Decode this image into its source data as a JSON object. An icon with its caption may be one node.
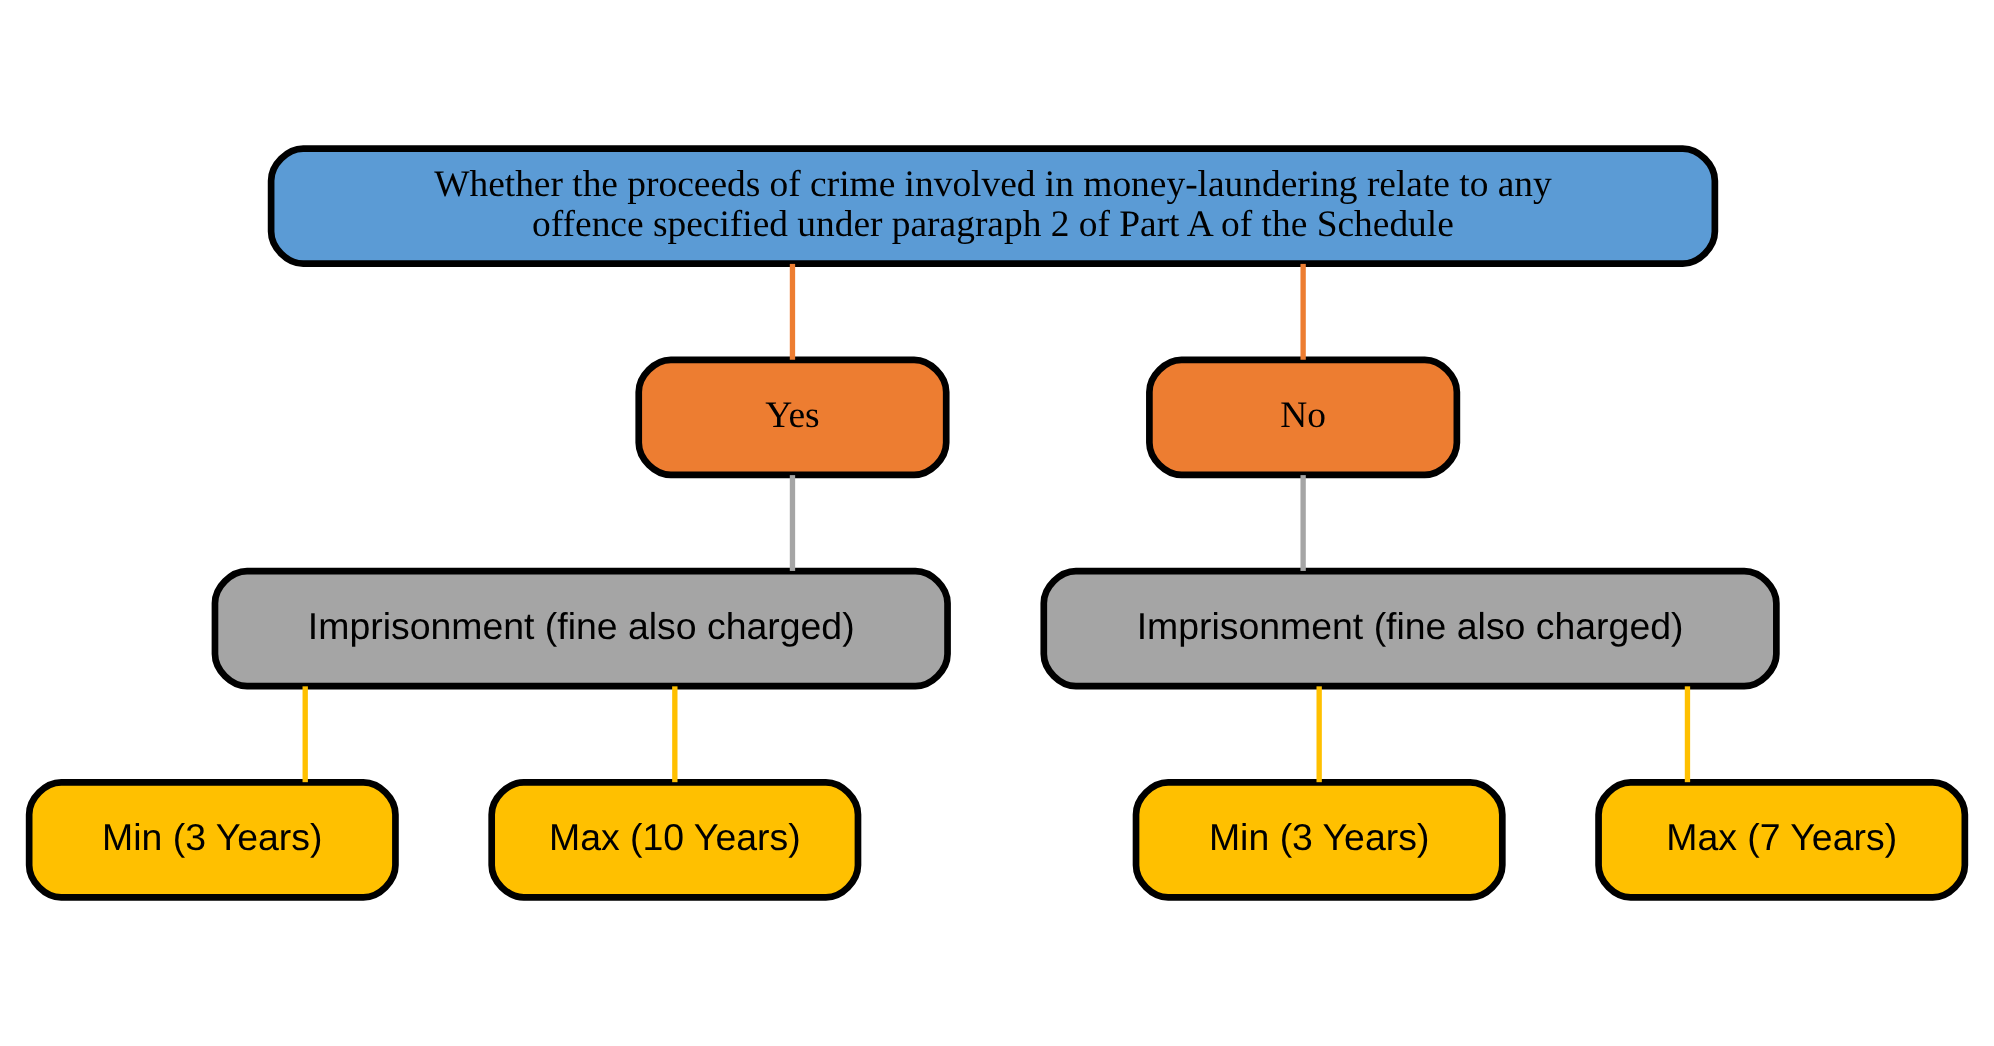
{
  "diagram": {
    "nodes": [
      {
        "text": [
          "Whether the proceeds of crime involved in money-laundering relate to any offence specified under paragraph 2 of Part A of the Schedule"
        ]
      },
      {
        "text": [
          "Yes"
        ]
      },
      {
        "text": [
          "No"
        ]
      },
      {
        "text": [
          "Imprisonment (fine also charged)"
        ]
      },
      {
        "text": [
          "Imprisonment (fine also charged)"
        ]
      },
      {
        "text": [
          "Min (3 Years)"
        ]
      },
      {
        "text": [
          "Max (10 Years)"
        ]
      },
      {
        "text": [
          "Min (3 Years)"
        ]
      },
      {
        "text": [
          "Max (7 Years)"
        ]
      }
    ],
    "edges": [
      {
        "from": 0,
        "to": 1,
        "arrow": "none",
        "color": "#ed7d31"
      },
      {
        "from": 0,
        "to": 2,
        "arrow": "none",
        "color": "#ed7d31"
      },
      {
        "from": 1,
        "to": 3,
        "arrow": "none",
        "color": "#a5a5a5"
      },
      {
        "from": 2,
        "to": 4,
        "arrow": "none",
        "color": "#a5a5a5"
      },
      {
        "from": 3,
        "to": 5,
        "arrow": "none"
      },
      {
        "from": 3,
        "to": 6,
        "arrow": "none"
      },
      {
        "from": 4,
        "to": 7,
        "arrow": "none"
      },
      {
        "from": 4,
        "to": 8,
        "arrow": "none"
      }
    ]
  }
}
